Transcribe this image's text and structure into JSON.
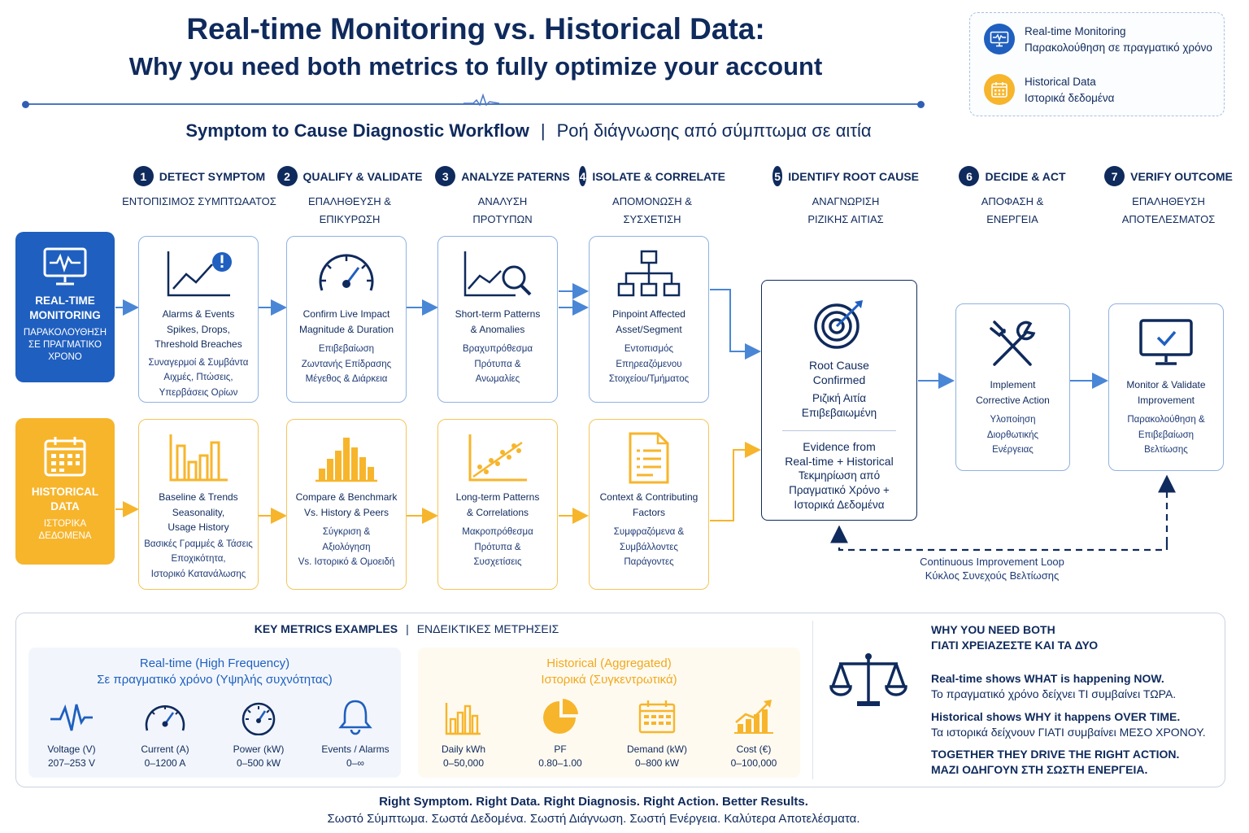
{
  "header": {
    "title": "Real-time Monitoring vs. Historical Data:",
    "subtitle": "Why you need both metrics to fully optimize your account"
  },
  "legend": {
    "realtime_en": "Real-time Monitoring",
    "realtime_gr": "Παρακολούθηση σε πραγματικό χρόνο",
    "historical_en": "Historical Data",
    "historical_gr": "Ιστορικά δεδομένα"
  },
  "workflow": {
    "title_en": "Symptom to Cause Diagnostic Workflow",
    "separator": "|",
    "title_gr": "Ροή διάγνωσης από σύμπτωμα σε αιτία"
  },
  "steps": [
    {
      "num": "1",
      "en": "DETECT SYMPTOM",
      "gr1": "ΕΝΤΟΠΙΣΙΜΟΣ ΣΥΜΠΤΩΑΑΤΟΣ",
      "gr2": ""
    },
    {
      "num": "2",
      "en": "QUALIFY & VALIDATE",
      "gr1": "ΕΠΑΛΗΘΕΥΣΗ &",
      "gr2": "ΕΠΙΚΥΡΩΣΗ"
    },
    {
      "num": "3",
      "en": "ANALYZE PATERNS",
      "gr1": "ΑΝΑΛΥΣΗ",
      "gr2": "ΠΡΟΤΥΠΩΝ"
    },
    {
      "num": "4",
      "en": "ISOLATE & CORRELATE",
      "gr1": "ΑΠΟΜΟΝΩΣΗ &",
      "gr2": "ΣΥΣΧΕΤΙΣΗ"
    },
    {
      "num": "5",
      "en": "IDENTIFY ROOT CAUSE",
      "gr1": "ΑΝΑΓΝΩΡΙΣΗ",
      "gr2": "ΡΙΖΙΚΗΣ ΑΙΤΙΑΣ"
    },
    {
      "num": "6",
      "en": "DECIDE & ACT",
      "gr1": "ΑΠΟΦΑΣΗ &",
      "gr2": "ΕΝΕΡΓΕΙΑ"
    },
    {
      "num": "7",
      "en": "VERIFY OUTCOME",
      "gr1": "ΕΠΑΛΗΘΕΥΣΗ",
      "gr2": "ΑΠΟΤΕΛΕΣΜΑΤΟΣ"
    }
  ],
  "side": {
    "realtime": {
      "en1": "REAL-TIME",
      "en2": "MONITORING",
      "gr1": "ΠΑΡΑΚΟΛΟΥΘΗΣΗ",
      "gr2": "ΣΕ ΠΡΑΓΜΑΤΙΚΟ",
      "gr3": "ΧΡΟΝΟ",
      "color": "#1f5fbf"
    },
    "historical": {
      "en1": "HISTORICAL",
      "en2": "DATA",
      "gr1": "ΙΣΤΟΡΙΚΑ",
      "gr2": "ΔΕΔΟΜΕΝΑ",
      "color": "#f7b52c"
    }
  },
  "realtime_cards": [
    {
      "en": [
        "Alarms & Events",
        "Spikes, Drops,",
        "Threshold Breaches"
      ],
      "gr": [
        "Συναγερμοί & Συμβάντα",
        "Αιχμές, Πτώσεις,",
        "Υπερβάσεις Ορίων"
      ]
    },
    {
      "en": [
        "Confirm Live Impact",
        "Magnitude & Duration"
      ],
      "gr": [
        "Επιβεβαίωση",
        "Ζωντανής Επίδρασης",
        "Μέγεθος & Διάρκεια"
      ]
    },
    {
      "en": [
        "Short-term Patterns",
        "& Anomalies"
      ],
      "gr": [
        "Βραχυπρόθεσμα",
        "Πρότυπα &",
        "Ανωμαλίες"
      ]
    },
    {
      "en": [
        "Pinpoint Affected",
        "Asset/Segment"
      ],
      "gr": [
        "Εντοπισμός",
        "Επηρεαζόμενου",
        "Στοιχείου/Τμήματος"
      ]
    }
  ],
  "historical_cards": [
    {
      "en": [
        "Baseline & Trends",
        "Seasonality,",
        "Usage History"
      ],
      "gr": [
        "Βασικές Γραμμές & Τάσεις",
        "Εποχικότητα,",
        "Ιστορικό Κατανάλωσης"
      ]
    },
    {
      "en": [
        "Compare & Benchmark",
        "Vs. History & Peers"
      ],
      "gr": [
        "Σύγκριση &",
        "Αξιολόγηση",
        "Vs. Ιστορικό & Ομοειδή"
      ]
    },
    {
      "en": [
        "Long-term Patterns",
        "& Correlations"
      ],
      "gr": [
        "Μακροπρόθεσμα",
        "Πρότυπα &",
        "Συσχετίσεις"
      ]
    },
    {
      "en": [
        "Context & Contributing",
        "Factors"
      ],
      "gr": [
        "Συμφραζόμενα &",
        "Συμβάλλοντες",
        "Παράγοντες"
      ]
    }
  ],
  "root": {
    "en1": "Root Cause",
    "en2": "Confirmed",
    "gr1": "Ριζική Αιτία",
    "gr2": "Επιβεβαιωμένη",
    "ev1": "Evidence from",
    "ev2": "Real-time + Historical",
    "ev3": "Τεκμηρίωση από",
    "ev4": "Πραγματικό Χρόνο +",
    "ev5": "Ιστορικά Δεδομένα"
  },
  "act_card": {
    "en": [
      "Implement",
      "Corrective Action"
    ],
    "gr": [
      "Υλοποίηση",
      "Διορθωτικής",
      "Ενέργειας"
    ]
  },
  "verify_card": {
    "en": [
      "Monitor & Validate",
      "Improvement"
    ],
    "gr": [
      "Παρακολούθηση &",
      "Επιβεβαίωση",
      "Βελτίωσης"
    ]
  },
  "loop": {
    "en": "Continuous Improvement Loop",
    "gr": "Κύκλος Συνεχούς Βελτίωσης"
  },
  "key_metrics": {
    "title_en": "KEY METRICS EXAMPLES",
    "separator": "|",
    "title_gr": "ΕΝΔΕΙΚΤΙΚΕΣ ΜΕΤΡΗΣΕΙΣ",
    "realtime_title_en": "Real-time (High Frequency)",
    "realtime_title_gr": "Σε πραγματικό χρόνο (Υψηλής συχνότητας)",
    "historical_title_en": "Historical (Aggregated)",
    "historical_title_gr": "Ιστορικά (Συγκεντρωτικά)",
    "realtime": [
      {
        "label": "Voltage (V)",
        "range": "207–253 V",
        "icon": "waveform-icon"
      },
      {
        "label": "Current (A)",
        "range": "0–1200 A",
        "icon": "gauge-icon"
      },
      {
        "label": "Power (kW)",
        "range": "0–500 kW",
        "icon": "gauge-icon"
      },
      {
        "label": "Events / Alarms",
        "range": "0–∞",
        "icon": "bell-icon"
      }
    ],
    "historical": [
      {
        "label": "Daily kWh",
        "range": "0–50,000",
        "icon": "bar-chart-icon"
      },
      {
        "label": "PF",
        "range": "0.80–1.00",
        "icon": "pie-chart-icon"
      },
      {
        "label": "Demand (kW)",
        "range": "0–800 kW",
        "icon": "calendar-icon"
      },
      {
        "label": "Cost (€)",
        "range": "0–100,000",
        "icon": "growth-chart-icon"
      }
    ]
  },
  "why": {
    "title_en": "WHY YOU NEED BOTH",
    "title_gr": "ΓΙΑΤΙ ΧΡΕΙΑΖΕΣΤΕ ΚΑΙ ΤΑ ΔΥΟ",
    "l1_en": "Real-time shows WHAT is happening NOW.",
    "l1_gr": "Το πραγματικό χρόνο δείχνει ΤΙ συμβαίνει ΤΩΡΑ.",
    "l2_en": "Historical shows WHY it happens OVER TIME.",
    "l2_gr": "Τα ιστορικά δείχνουν ΓΙΑΤΙ συμβαίνει ΜΕΣΟ ΧΡΟΝΟΥ.",
    "l3_en": "TOGETHER THEY DRIVE THE RIGHT ACTION.",
    "l3_gr": "ΜΑΖΙ ΟΔΗΓΟΥΝ ΣΤΗ ΣΩΣΤΗ ΕΝΕΡΓΕΙΑ."
  },
  "footer": {
    "en": "Right Symptom. Right Data. Right Diagnosis. Right Action. Better Results.",
    "gr": "Σωστό Σύμπτωμα. Σωστά Δεδομένα. Σωστή Διάγνωση. Σωστή Ενέργεια. Καλύτερα Αποτελέσματα."
  },
  "colors": {
    "navy": "#0f2a5c",
    "blue": "#1f5fbf",
    "yellow": "#f7b52c",
    "lightblue": "#4a86d6"
  }
}
